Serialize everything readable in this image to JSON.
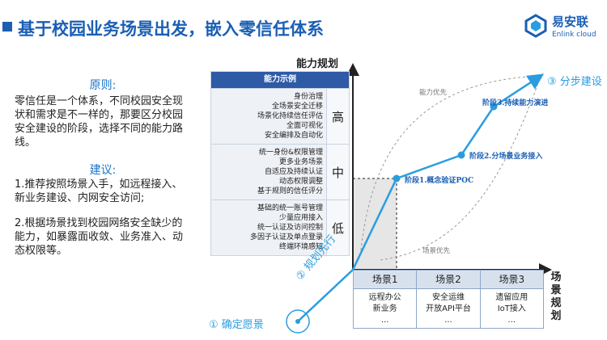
{
  "title": "基于校园业务场景出发，嵌入零信任体系",
  "logo": {
    "name_cn": "易安联",
    "name_en": "Enlink cloud"
  },
  "left": {
    "principle_heading": "原则:",
    "principle_text": "零信任是一个体系，不同校园安全现状和需求是不一样的，那要区分校园安全建设的阶段，选择不同的能力路线。",
    "suggestion_heading": "建议:",
    "suggestions": [
      "1.推荐按照场景入手，如远程接入、新业务建设、内网安全访问;",
      "2.根据场景找到校园网络安全缺少的能力，如暴露面收敛、业务准入、动态权限等。"
    ]
  },
  "diagram": {
    "y_axis_label": "能力规划",
    "x_axis_label": "场景规划",
    "capability_header": "能力示例",
    "capability_rows": [
      {
        "level": "高",
        "items": [
          "身份治理",
          "全场景安全迁移",
          "场景化持续信任评估",
          "全面可视化",
          "安全编排及自动化"
        ]
      },
      {
        "level": "中",
        "items": [
          "统一身份&权限管理",
          "更多业务场景",
          "自适应及持续认证",
          "动态权限调整",
          "基于规则的信任评分"
        ]
      },
      {
        "level": "低",
        "items": [
          "基础的统一账号管理",
          "少量应用接入",
          "统一认证及访问控制",
          "多因子认证及单点登录",
          "终端环境感知"
        ]
      }
    ],
    "scenes": [
      {
        "name": "场景1",
        "items": [
          "远程办公",
          "新业务",
          "..."
        ]
      },
      {
        "name": "场景2",
        "items": [
          "安全运维",
          "开放API平台",
          "..."
        ]
      },
      {
        "name": "场景3",
        "items": [
          "遗留应用",
          "IoT接入",
          "..."
        ]
      }
    ],
    "stages": [
      "阶段1.概念验证POC",
      "阶段2.分场景业务接入",
      "阶段3.持续能力演进"
    ],
    "priority_capability": "能力优先",
    "priority_scene": "场景优先",
    "steps": [
      {
        "num": "①",
        "label": "确定愿景"
      },
      {
        "num": "②",
        "label": "规划先行"
      },
      {
        "num": "③",
        "label": "分步建设"
      }
    ],
    "colors": {
      "accent": "#2a9de0",
      "dark_blue": "#1a5fb4",
      "table_header": "#2e5aa6"
    }
  }
}
